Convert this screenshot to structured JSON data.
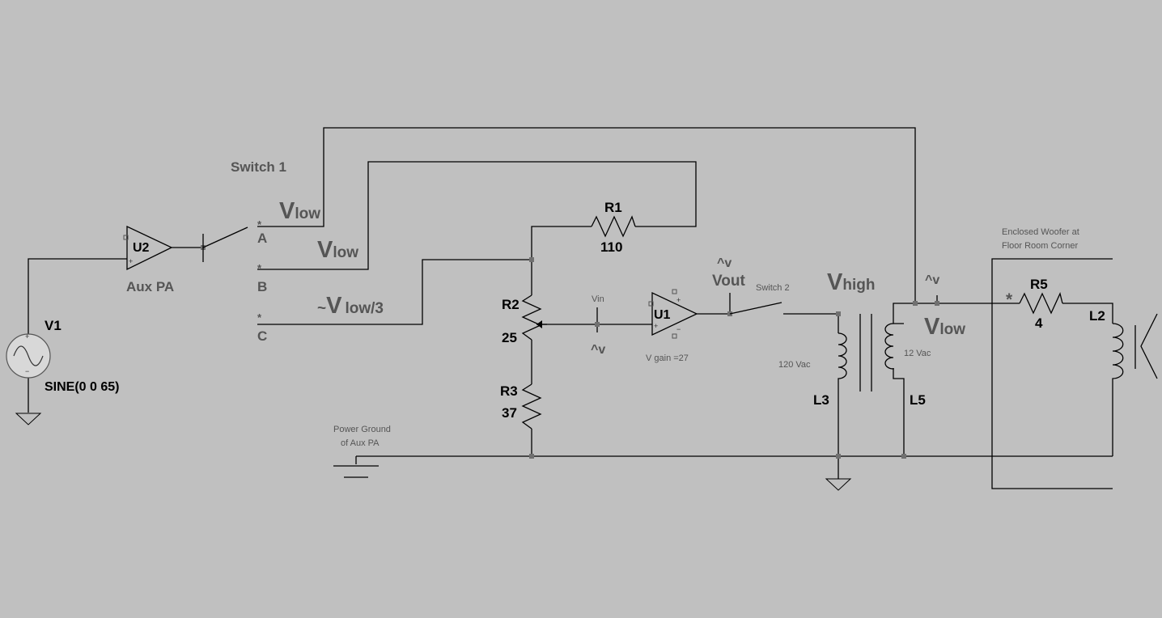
{
  "components": {
    "v1": {
      "ref": "V1",
      "value": "SINE(0 0 65)"
    },
    "u2": {
      "ref": "U2",
      "name": "Aux PA"
    },
    "switch1": {
      "label": "Switch 1",
      "pos_a": "A",
      "pos_b": "B",
      "pos_c": "C",
      "marker": "*"
    },
    "r1": {
      "ref": "R1",
      "value": "110"
    },
    "r2": {
      "ref": "R2",
      "value": "25"
    },
    "r3": {
      "ref": "R3",
      "value": "37"
    },
    "u1": {
      "ref": "U1",
      "gain": "V gain =27",
      "input": "Vin"
    },
    "switch2": {
      "label": "Switch 2"
    },
    "l3": {
      "ref": "L3",
      "voltage": "120 Vac"
    },
    "l5": {
      "ref": "L5",
      "voltage": "12 Vac"
    },
    "r5": {
      "ref": "R5",
      "value": "4",
      "marker": "*"
    },
    "l2": {
      "ref": "L2"
    }
  },
  "nets": {
    "v_main": "V",
    "vlow_a_sub": "low",
    "vlow_b_sub": "low",
    "vlow3_prefix": "~",
    "vlow3_sub": "low/3",
    "vout": "Vout",
    "vhigh_sub": "high",
    "vlow_sec_sub": "low",
    "probe_symbol": "^v"
  },
  "notes": {
    "power_ground_line1": "Power Ground",
    "power_ground_line2": "of Aux PA",
    "woofer_line1": "Enclosed Woofer at",
    "woofer_line2": "Floor Room Corner"
  }
}
